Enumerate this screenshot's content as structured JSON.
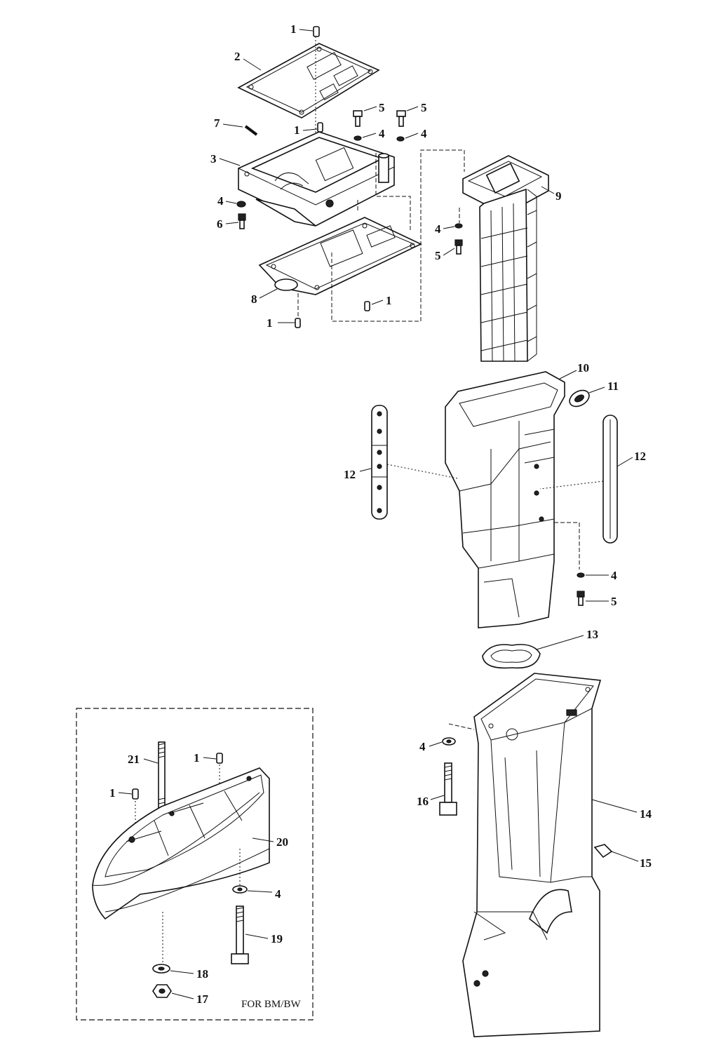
{
  "diagram": {
    "callouts": {
      "c1a": "1",
      "c2": "2",
      "c1b": "1",
      "c7": "7",
      "c5a": "5",
      "c5b": "5",
      "c4a": "4",
      "c4b": "4",
      "c3": "3",
      "c4c": "4",
      "c6": "6",
      "c9": "9",
      "c4d": "4",
      "c5c": "5",
      "c8": "8",
      "c1c": "1",
      "c1d": "1",
      "c10": "10",
      "c11": "11",
      "c12a": "12",
      "c12b": "12",
      "c4e": "4",
      "c5d": "5",
      "c13": "13",
      "c4f": "4",
      "c16": "16",
      "c14": "14",
      "c15": "15",
      "c21": "21",
      "c1e": "1",
      "c1f": "1",
      "c20": "20",
      "c4g": "4",
      "c19": "19",
      "c18": "18",
      "c17": "17"
    },
    "inset_note": "FOR BM/BW"
  }
}
